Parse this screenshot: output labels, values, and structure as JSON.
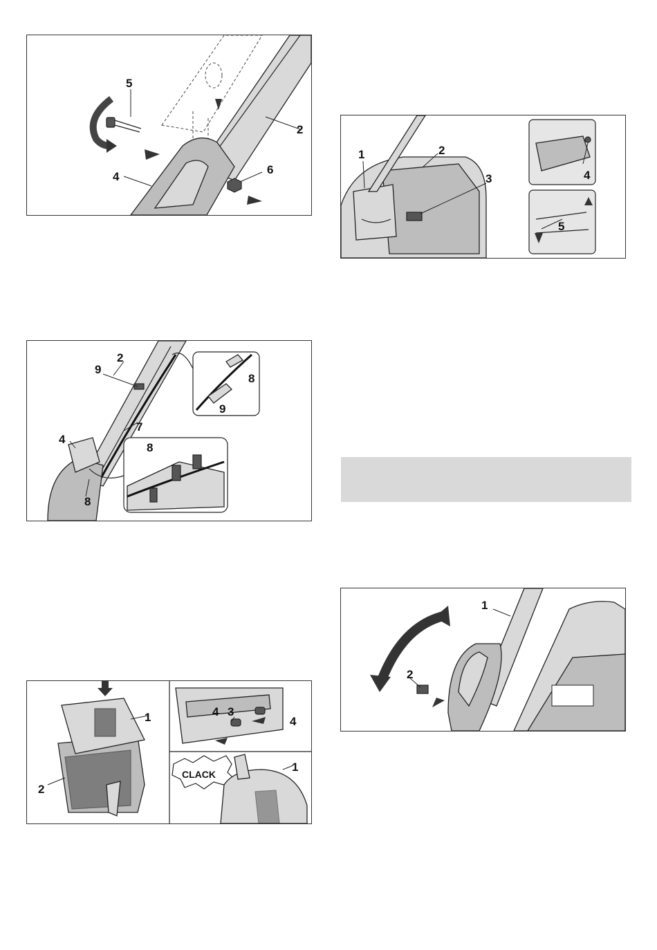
{
  "figures": {
    "fig1": {
      "labels": [
        "5",
        "2",
        "4",
        "6"
      ]
    },
    "fig2": {
      "labels": [
        "1",
        "2",
        "3",
        "4",
        "5"
      ]
    },
    "fig3": {
      "labels": [
        "2",
        "9",
        "7",
        "4",
        "8",
        "8",
        "8",
        "9"
      ]
    },
    "fig4": {
      "labels": [
        "1",
        "2",
        "3",
        "4",
        "4",
        "1"
      ],
      "callout": "CLACK"
    },
    "fig5": {
      "labels": [
        "1",
        "2"
      ]
    }
  },
  "colors": {
    "line": "#222222",
    "fill_light": "#d9d9d9",
    "fill_mid": "#bdbdbd",
    "highlight_bar": "#d9d9d9"
  }
}
